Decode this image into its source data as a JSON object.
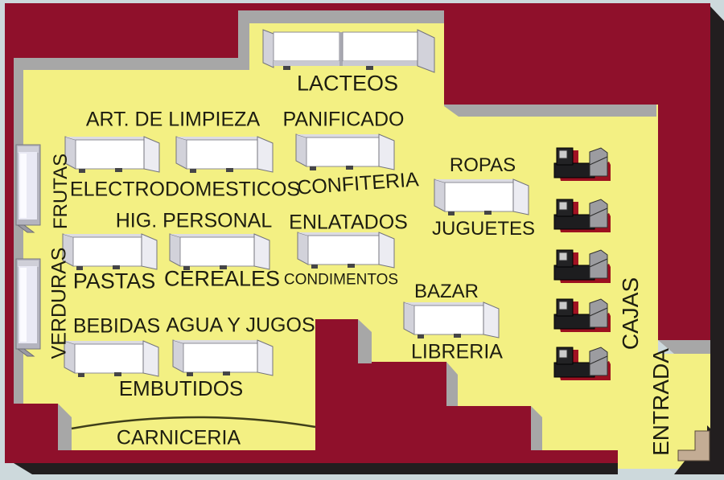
{
  "meta": {
    "title": "Plano de supermercado"
  },
  "colors": {
    "wall": "#8f102b",
    "floor": "#f3f083",
    "bevel": "#a7a7a7",
    "outer_background": "#cdd9dc",
    "shadow_black": "#221e1f",
    "shelf_face": "#ffffff",
    "shelf_side": "#d2d2da",
    "vertical_shelf_face": "#e9e9f4",
    "entry_step_tan": "#c3ac94",
    "counter_body_black": "#1d1d1f",
    "counter_red": "#9c1120",
    "counter_back_gray": "#9c9ca0",
    "label_text": "#1d1d10",
    "carniceria_line": "#3f3f1a"
  },
  "sections": {
    "lacteos": "LACTEOS",
    "art_limpieza": "ART. DE LIMPIEZA",
    "panificado": "PANIFICADO",
    "electrodomesticos": "ELECTRODOMESTICOS",
    "confiteria": "CONFITERIA",
    "ropas": "ROPAS",
    "frutas": "FRUTAS",
    "hig_personal": "HIG. PERSONAL",
    "enlatados": "ENLATADOS",
    "juguetes": "JUGUETES",
    "verduras": "VERDURAS",
    "pastas": "PASTAS",
    "cereales": "CEREALES",
    "condimentos": "CONDIMENTOS",
    "bazar": "BAZAR",
    "bebidas": "BEBIDAS",
    "agua_jugos": "AGUA Y JUGOS",
    "libreria": "LIBRERIA",
    "embutidos": "EMBUTIDOS",
    "carniceria": "CARNICERIA",
    "cajas": "CAJAS",
    "entrada": "ENTRADA"
  },
  "counts": {
    "checkout_counters": 5,
    "left_wall_produce_racks": 2,
    "lacteos_wall_shelves": 2,
    "floor_shelf_units": 10
  }
}
